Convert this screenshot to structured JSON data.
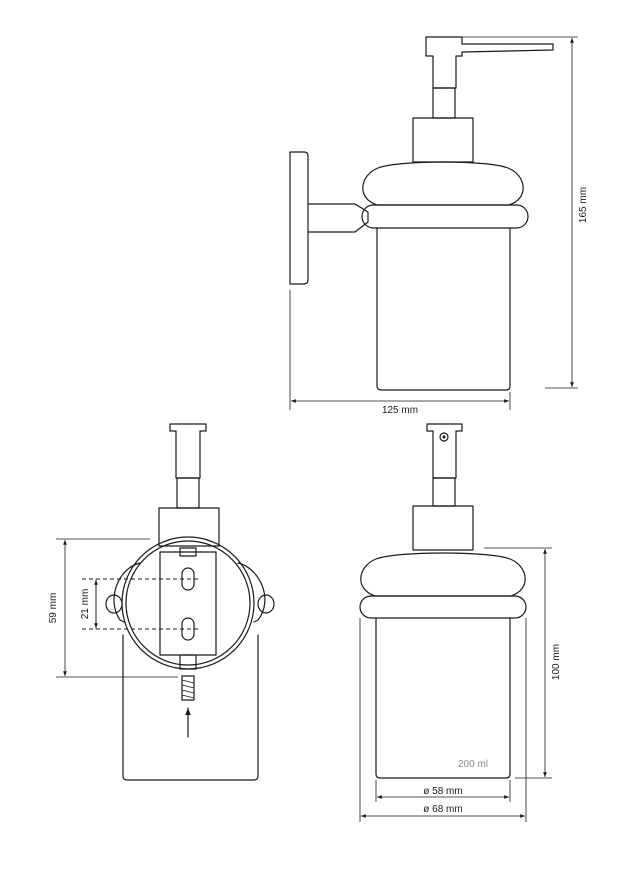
{
  "dimensions": {
    "width_total": "125 mm",
    "height_total": "165 mm",
    "mount_height": "59 mm",
    "hole_spacing": "21 mm",
    "glass_height": "100 mm",
    "inner_diameter": "ø 58 mm",
    "outer_diameter": "ø 68 mm"
  },
  "capacity_label": "200 ml",
  "colors": {
    "line": "#1a1a1a",
    "capacity_text": "#8a8a8a",
    "background": "#ffffff"
  }
}
